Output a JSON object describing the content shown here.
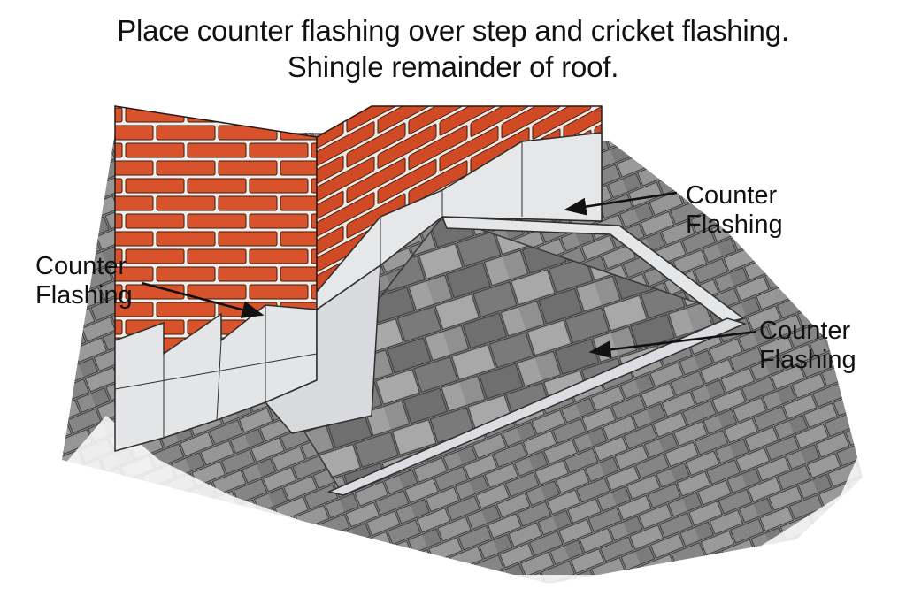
{
  "title": {
    "line1": "Place counter flashing over step and cricket flashing.",
    "line2": "Shingle remainder of roof."
  },
  "callouts": [
    {
      "line1": "Counter",
      "line2": "Flashing"
    },
    {
      "line1": "Counter",
      "line2": "Flashing"
    },
    {
      "line1": "Counter",
      "line2": "Flashing"
    }
  ],
  "colors": {
    "brick": "#d8532c",
    "mortar": "#f2ece6",
    "flashing": "#e3e4e6",
    "shingle_light": "#a3a3a3",
    "shingle_dark": "#6f6f6f"
  }
}
